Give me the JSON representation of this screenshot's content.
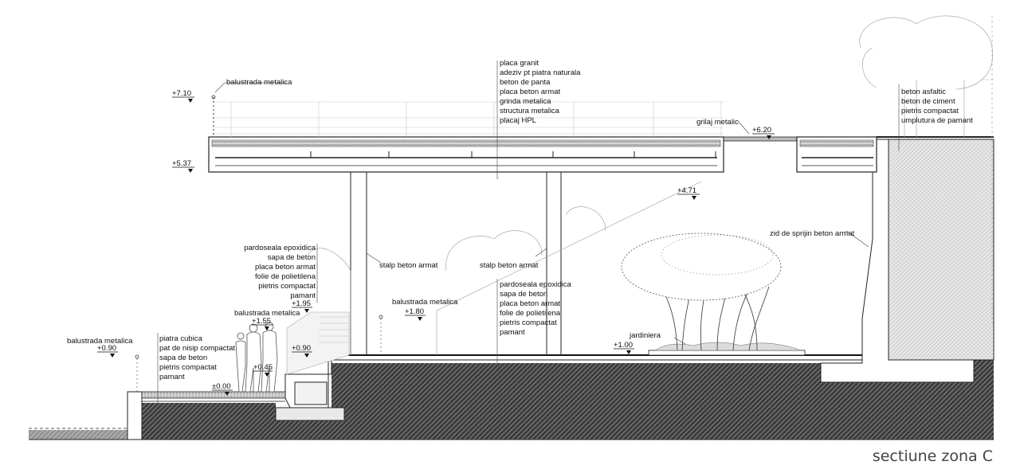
{
  "title": "sectiune zona C",
  "elevations": [
    "+7.10",
    "+5.37",
    "+6.20",
    "+4.71",
    "+1.95",
    "+1.55",
    "+0.90",
    "+0.45",
    "±0.00",
    "+1.80",
    "+1.00",
    "+0.90"
  ],
  "labels": {
    "balustrada_top": "balustrada metalica",
    "roof_layers": [
      "placa granit",
      "adeziv pt piatra naturala",
      "beton de panta",
      "placa beton armat",
      "grinda metalica",
      "structura metalica",
      "placaj HPL"
    ],
    "grilaj": "grilaj metalic",
    "asphalt_layers": [
      "beton asfaltic",
      "beton de ciment",
      "pietris compactat",
      "umplutura de pamant"
    ],
    "zid": "zid de sprijin beton armat",
    "floor_left": [
      "pardoseala epoxidica",
      "sapa de beton",
      "placa beton armat",
      "folie de polietilena",
      "pietris compactat",
      "pamant"
    ],
    "floor_mid": [
      "pardoseala epoxidica",
      "sapa de beton",
      "placa beton armat",
      "folie de polietilena",
      "pietris compactat",
      "pamant"
    ],
    "stalp1": "stalp beton armat",
    "stalp2": "stalp beton armat",
    "balustrada_mid": "balustrada metalica",
    "balustrada_stair": "balustrada metalica",
    "balustrada_left": "balustrada metalica",
    "ground_left": [
      "piatra cubica",
      "pat de nisip compactat",
      "sapa de beton",
      "pietris compactat",
      "pamant"
    ],
    "jardiniera": "jardiniera"
  }
}
